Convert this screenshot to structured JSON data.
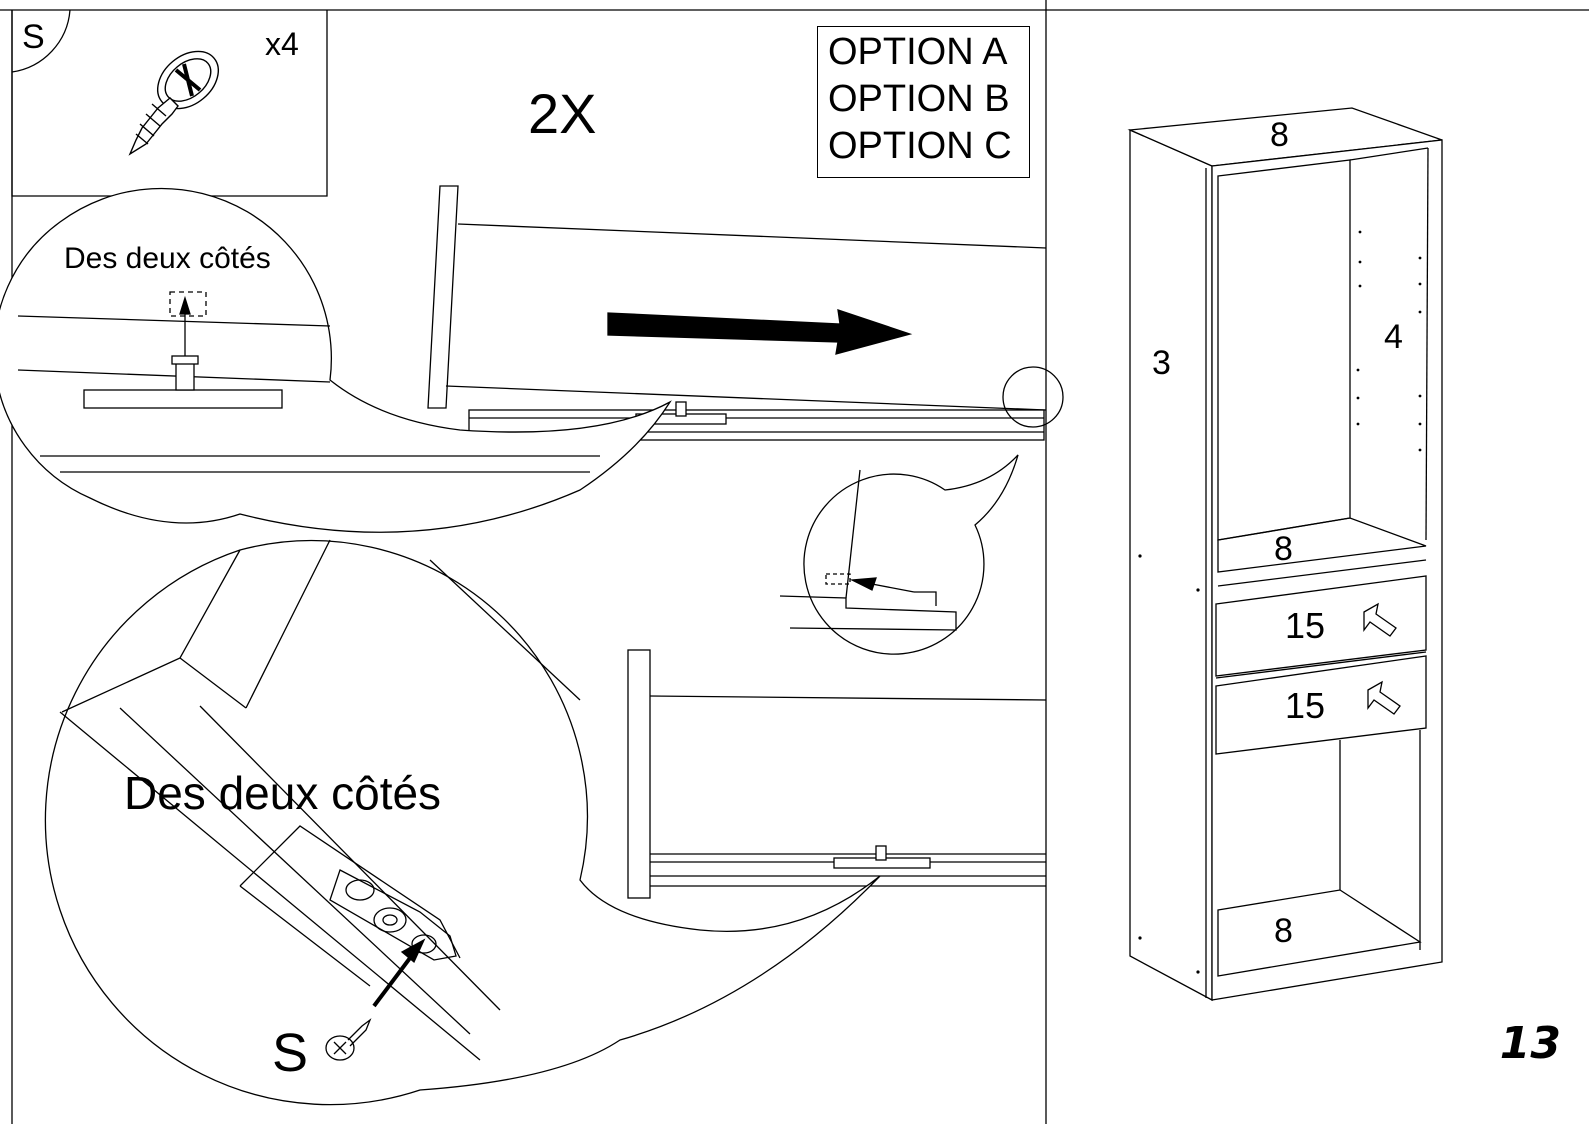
{
  "parts_box": {
    "part_letter": "S",
    "quantity": "x4",
    "screw_icon": "screw-icon"
  },
  "repeat_count": "2X",
  "options": [
    "OPTION A",
    "OPTION B",
    "OPTION C"
  ],
  "callouts": {
    "top_detail_text": "Des deux côtés",
    "bottom_detail_text": "Des deux côtés",
    "bottom_part_letter": "S"
  },
  "cabinet": {
    "top_panel": "8",
    "side_panel_left": "3",
    "side_panel_right": "4",
    "middle_shelf": "8",
    "drawer_upper": "15",
    "drawer_lower": "15",
    "bottom_shelf": "8"
  },
  "page_number": "13"
}
